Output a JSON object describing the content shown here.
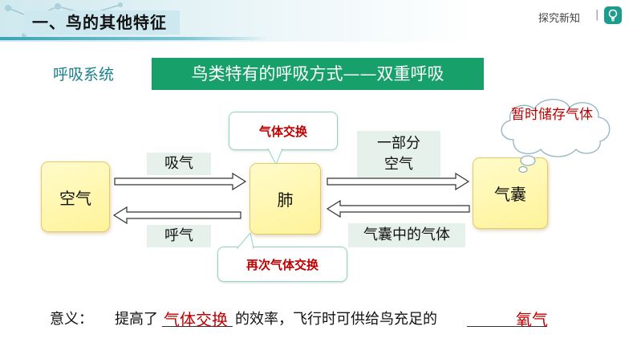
{
  "header": {
    "section_title": "一、鸟的其他特征",
    "nav_label": "探究新知",
    "nav_separator": "|"
  },
  "system_label": "呼吸系统",
  "banner_title": "鸟类特有的呼吸方式——双重呼吸",
  "nodes": {
    "air": "空气",
    "lung": "肺",
    "air_sac": "气囊"
  },
  "callouts": {
    "gas_exchange": "气体交换",
    "gas_exchange_again": "再次气体交换",
    "temporary_storage": "暂时储存气体"
  },
  "arrow_labels": {
    "inhale": "吸气",
    "exhale": "呼气",
    "part_of_air_line1": "一部分",
    "part_of_air_line2": "空气",
    "gas_in_air_sac": "气囊中的气体"
  },
  "meaning": {
    "label": "意义：",
    "text_before": "提高了",
    "answer1": "气体交换",
    "text_middle": "的效率，飞行时可供给鸟充足的",
    "answer2": "氧气"
  },
  "colors": {
    "banner": "#17a06a",
    "accent_teal": "#1a7f8c",
    "answer_red": "#c00000",
    "node_fill": "#fff39a"
  }
}
